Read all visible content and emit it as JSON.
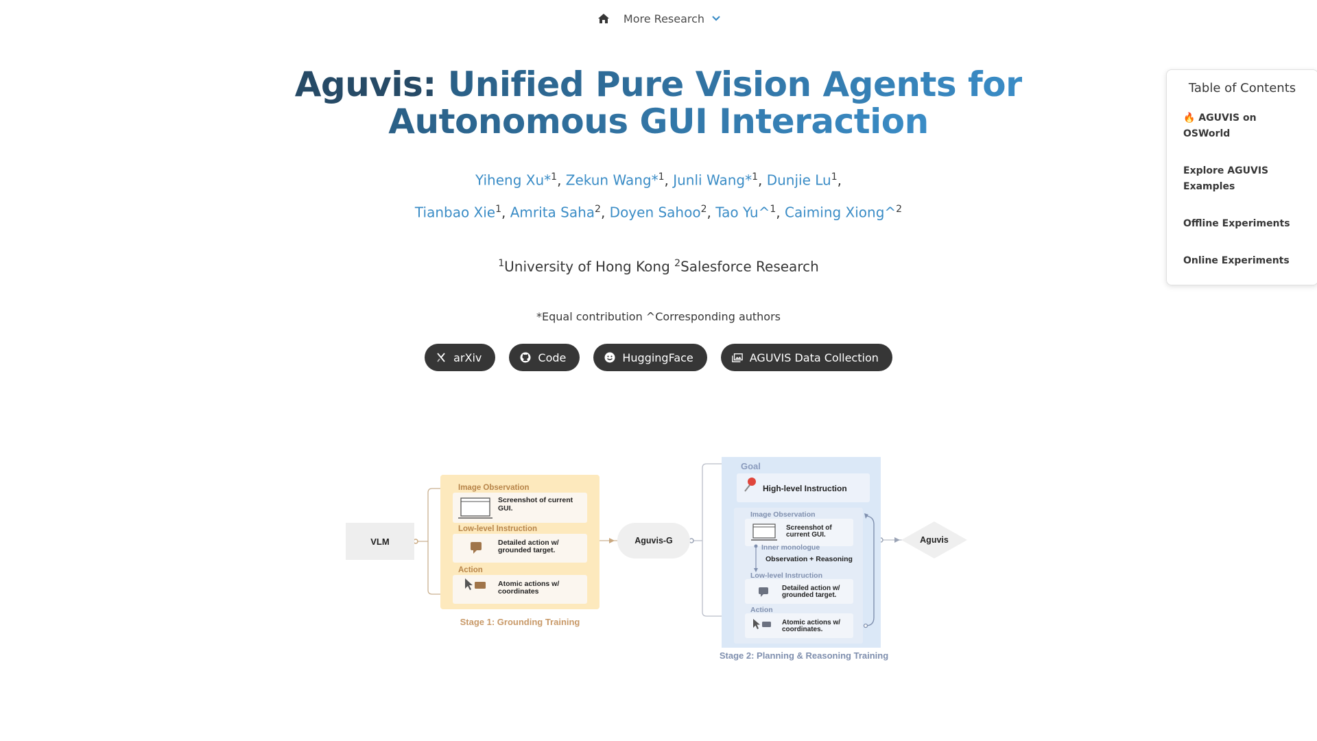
{
  "nav": {
    "home_icon": "home-icon",
    "dropdown_label": "More Research",
    "dropdown_icon": "chevron-down-icon"
  },
  "title": {
    "part1": "Aguvis: ",
    "part2": "Unified Pure Vision Agents for",
    "part3": "Autonomous GUI Interaction"
  },
  "authors": {
    "row1": [
      {
        "name": "Yiheng Xu*",
        "sup": "1"
      },
      {
        "name": "Zekun Wang*",
        "sup": "1"
      },
      {
        "name": "Junli Wang*",
        "sup": "1"
      },
      {
        "name": "Dunjie Lu",
        "sup": "1"
      }
    ],
    "row2": [
      {
        "name": "Tianbao Xie",
        "sup": "1"
      },
      {
        "name": "Amrita Saha",
        "sup": "2"
      },
      {
        "name": "Doyen Sahoo",
        "sup": "2"
      },
      {
        "name": "Tao Yu^",
        "sup": "1"
      },
      {
        "name": "Caiming Xiong^",
        "sup": "2"
      }
    ]
  },
  "affiliations": [
    {
      "sup": "1",
      "name": "University of Hong Kong"
    },
    {
      "sup": "2",
      "name": "Salesforce Research"
    }
  ],
  "note": "*Equal contribution ^Corresponding authors",
  "links": [
    {
      "label": "arXiv",
      "icon": "arxiv-icon"
    },
    {
      "label": "Code",
      "icon": "github-icon"
    },
    {
      "label": "HuggingFace",
      "icon": "smiley-icon"
    },
    {
      "label": "AGUVIS Data Collection",
      "icon": "images-icon"
    }
  ],
  "toc": {
    "title": "Table of Contents",
    "items": [
      "🔥 AGUVIS on OSWorld",
      "Explore AGUVIS Examples",
      "Offline Experiments",
      "Online Experiments"
    ]
  },
  "diagram": {
    "vlm": "VLM",
    "stage1": {
      "caption": "Stage 1: Grounding Training",
      "sections": [
        {
          "header": "Image Observation",
          "text1": "Screenshot of current",
          "text2": "GUI."
        },
        {
          "header": "Low-level Instruction",
          "text1": "Detailed action w/",
          "text2": "grounded target."
        },
        {
          "header": "Action",
          "text1": "Atomic actions w/",
          "text2": "coordinates"
        }
      ]
    },
    "aguvis_g": "Aguvis-G",
    "stage2": {
      "caption": "Stage 2: Planning & Reasoning Training",
      "goal": "Goal",
      "goal_text": "High-level Instruction",
      "img_header": "Image Observation",
      "img_text1": "Screenshot of",
      "img_text2": "current GUI.",
      "inner_header": "Inner monologue",
      "inner_text": "Observation + Reasoning",
      "low_header": "Low-level Instruction",
      "low_text1": "Detailed action w/",
      "low_text2": "grounded target.",
      "act_header": "Action",
      "act_text1": "Atomic actions w/",
      "act_text2": "coordinates."
    },
    "aguvis": "Aguvis"
  },
  "colors": {
    "title_dark": "#264a66",
    "link": "#3a8cc6",
    "pill": "#363636",
    "stage1_bg": "#fde9bd",
    "stage1_text": "#b8854a",
    "stage2_bg": "#dbe8f7",
    "stage2_text": "#7f8fae"
  }
}
